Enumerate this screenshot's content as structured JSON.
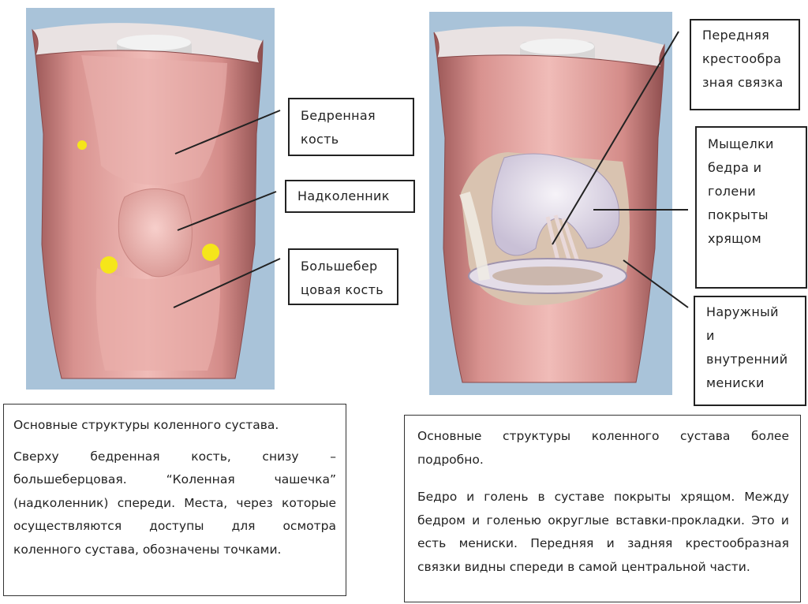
{
  "left_figure": {
    "labels": [
      {
        "key": "femur",
        "text": "Бедренная\nкость"
      },
      {
        "key": "patella",
        "text": "Надколенник"
      },
      {
        "key": "tibia",
        "text": "Большебер\nцовая кость"
      }
    ],
    "caption": {
      "title": "Основные структуры коленного сустава.",
      "body": "Сверху бедренная кость, снизу – большеберцовая. “Коленная чашечка” (надколенник) спереди. Места, через которые осуществляются доступы для осмотра коленного сустава, обозначены точками."
    }
  },
  "right_figure": {
    "labels": [
      {
        "key": "acl",
        "text": "Передняя\nкрестообра\nзная связка"
      },
      {
        "key": "condyles",
        "text": "Мыщелки\nбедра и\nголени\nпокрыты\nхрящом"
      },
      {
        "key": "menisci",
        "text": "Наружный\nи\nвнутренний\nмениски"
      }
    ],
    "caption": {
      "title": "Основные структуры коленного сустава более подробно.",
      "body": "Бедро и голень в суставе покрыты хрящом. Между бедром и голенью округлые вставки-прокладки. Это и есть мениски. Передняя и задняя крестообразная связки видны спереди в самой центральной части."
    }
  },
  "colors": {
    "panel_background": "#a9c3d9",
    "skin": "#e6a9a6",
    "skin_dark": "#b8706e",
    "access_point": "#f5e61a",
    "cartilage": "#e7e2ef"
  }
}
